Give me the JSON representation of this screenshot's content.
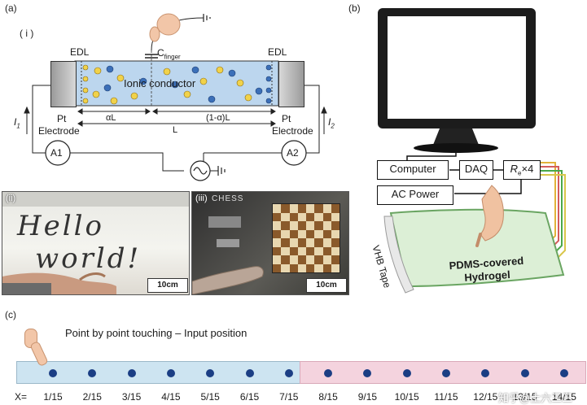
{
  "panel_a": {
    "tag": "(a)",
    "sub_i": "( i )",
    "edl_left": "EDL",
    "edl_right": "EDL",
    "c_finger": "C",
    "c_finger_sub": "finger",
    "ionic": "Ionic conductor",
    "alpha_l": "αL",
    "one_minus_alpha": "(1-α)L",
    "l_len": "L",
    "pt_left": "Pt",
    "electrode_left": "Electrode",
    "pt_right": "Pt",
    "electrode_right": "Electrode",
    "i1": "I",
    "i1_sub": "1",
    "i2": "I",
    "i2_sub": "2",
    "a1": "A1",
    "a2": "A2",
    "sub_ii": "(ii)",
    "hello": "Hello",
    "world": "world!",
    "scale_ii": "10cm",
    "sub_iii": "(iii)",
    "chess_title": "CHESS",
    "scale_iii": "10cm"
  },
  "panel_b": {
    "tag": "(b)",
    "computer": "Computer",
    "daq": "DAQ",
    "re": "R",
    "re_sub": "e",
    "re_mult": "×4",
    "ac_power": "AC Power",
    "vhb": "VHB Tape",
    "pdms_line1": "PDMS-covered",
    "pdms_line2": "Hydrogel"
  },
  "panel_c": {
    "tag": "(c)",
    "caption": "Point by point touching – Input position",
    "x_prefix": "X=",
    "positions": [
      "1/15",
      "2/15",
      "3/15",
      "4/15",
      "5/15",
      "6/15",
      "7/15",
      "8/15",
      "9/15",
      "10/15",
      "11/15",
      "12/15",
      "13/15",
      "14/15"
    ]
  },
  "watermark": "知乎@土六三三"
}
